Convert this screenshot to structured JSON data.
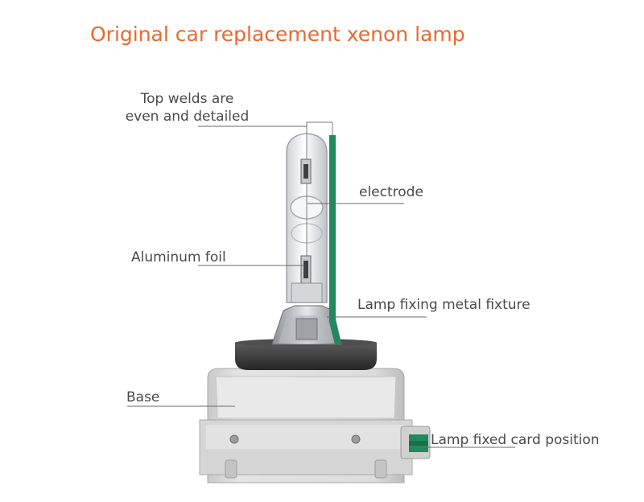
{
  "title": "Original car replacement xenon lamp",
  "labels": {
    "top_welds_line1": "Top welds are",
    "top_welds_line2": "even and detailed",
    "electrode": "electrode",
    "aluminum_foil": "Aluminum foil",
    "metal_fixture": "Lamp fixing metal fixture",
    "base": "Base",
    "card_position": "Lamp fixed card position"
  },
  "colors": {
    "title": "#e8692f",
    "label_text": "#4a4a4a",
    "green_wire": "#1f8a5c",
    "base_body": "#d9d9d9",
    "flange": "#3b3b3b"
  }
}
